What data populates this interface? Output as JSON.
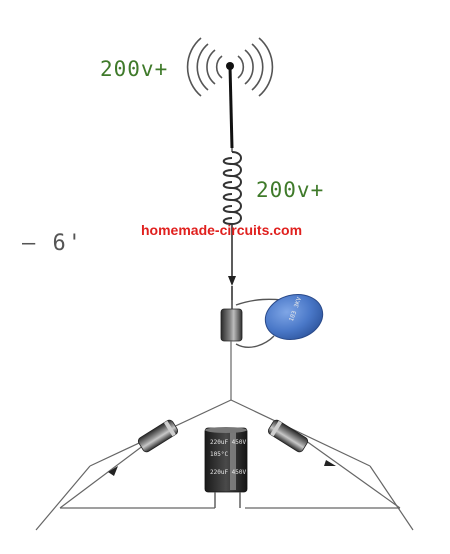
{
  "labels": {
    "antenna_voltage": "200v+",
    "coil_voltage": "200v+",
    "length_mark": "— 6'",
    "watermark": "homemade-circuits.com"
  },
  "components": {
    "antenna": "antenna-icon",
    "coil": "inductor-coil",
    "ceramic_cap": "ceramic-disc-capacitor",
    "electrolytic_cap": "electrolytic-capacitor",
    "left_diode": "diode",
    "right_diode": "diode",
    "top_resistor": "cylindrical-resistor"
  },
  "colors": {
    "wire": "#666666",
    "label_green": "#3f7a2a",
    "watermark_red": "#e0201e",
    "ceramic_blue": "#4a78c8"
  }
}
